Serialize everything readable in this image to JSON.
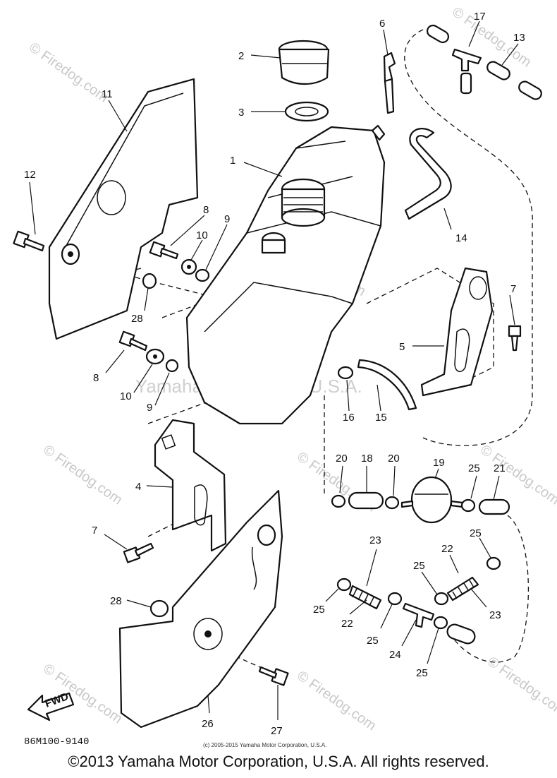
{
  "part_numbers": [
    "1",
    "2",
    "3",
    "4",
    "5",
    "6",
    "7",
    "7",
    "8",
    "8",
    "9",
    "9",
    "10",
    "10",
    "11",
    "12",
    "13",
    "14",
    "15",
    "16",
    "17",
    "18",
    "19",
    "20",
    "20",
    "21",
    "22",
    "22",
    "23",
    "23",
    "24",
    "25",
    "25",
    "25",
    "25",
    "25",
    "25",
    "26",
    "27",
    "28",
    "28"
  ],
  "diagram_code": "86M100-9140",
  "fwd_label": "FWD",
  "small_copyright": "(c) 2005-2015 Yamaha Motor Corporation, U.S.A.",
  "watermark_firedog": "© Firedog.com",
  "watermark_center": "Yamaha Motor Corp, U.S.A.",
  "copyright": "©2013 Yamaha Motor Corporation, U.S.A. All rights reserved."
}
